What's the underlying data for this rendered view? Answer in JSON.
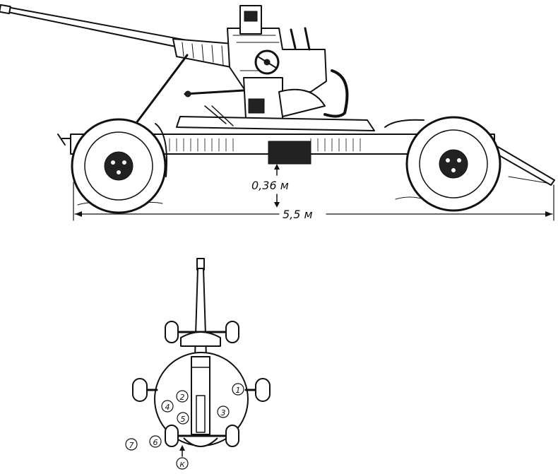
{
  "side_view": {
    "dimensions": {
      "ground_clearance": "0,36 м",
      "overall_length": "5,5 м"
    }
  },
  "top_view": {
    "crew_positions": [
      "1",
      "2",
      "3",
      "4",
      "5",
      "6",
      "7"
    ],
    "commander_label": "К"
  }
}
